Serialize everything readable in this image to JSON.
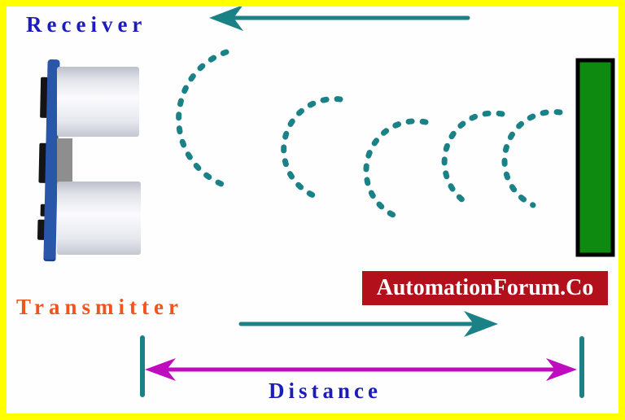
{
  "diagram": {
    "type": "ultrasonic-distance-measurement",
    "labels": {
      "receiver": "Receiver",
      "transmitter": "Transmitter",
      "distance": "Distance"
    },
    "watermark": "AutomationForum.Co",
    "waves_count": 5,
    "colors": {
      "frame_yellow": "#ffff00",
      "teal": "#1a8286",
      "magenta": "#bf0cbf",
      "label_blue": "#1c1cbe",
      "label_orange": "#f0551c",
      "banner_bg": "#b2101a",
      "banner_text": "#ffffff",
      "object_green": "#0f8a10",
      "board_blue": "#2a56aa"
    }
  }
}
